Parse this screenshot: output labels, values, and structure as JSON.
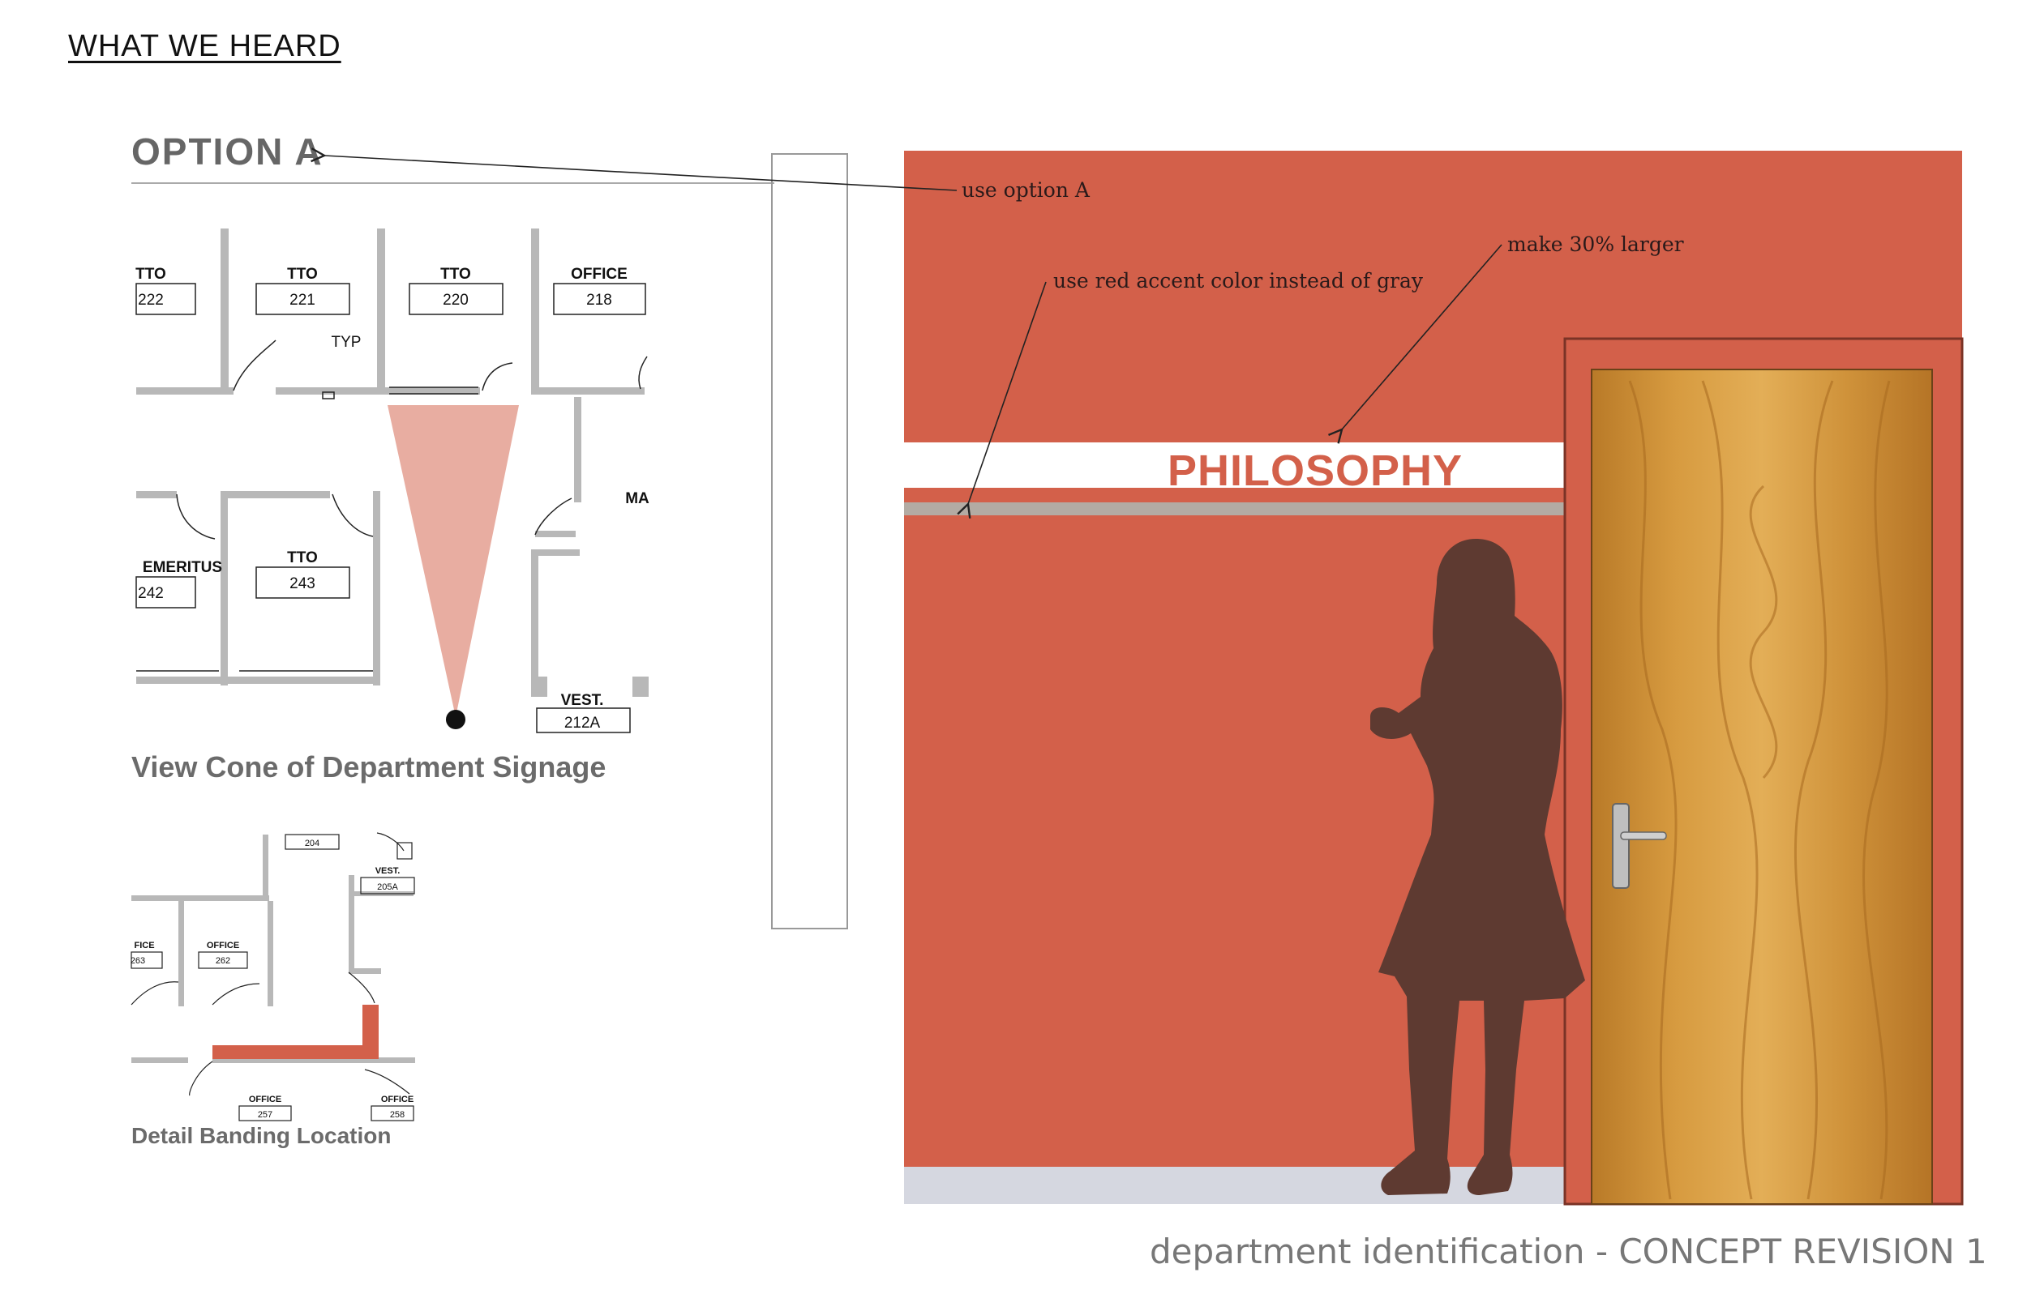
{
  "page": {
    "section_title": "WHAT WE HEARD",
    "option_title": "OPTION A",
    "view_cone_caption": "View Cone of Department Signage",
    "banding_caption": "Detail Banding Location",
    "footer": "department identification - CONCEPT REVISION 1"
  },
  "annotations": {
    "use_option": "use option A",
    "accent": "use red accent color instead of gray",
    "larger": "make 30% larger"
  },
  "elevation": {
    "sign_text": "PHILOSOPHY"
  },
  "colors": {
    "wall": "#d3604a",
    "band_white": "#ffffff",
    "band_gray": "#b3aba3",
    "floor": "#d5d7e0",
    "door": "#c0862f",
    "silhouette": "#5e3a31",
    "view_cone": "#e8ada1",
    "banding_red": "#d3604a"
  },
  "floor_plan_top": {
    "rooms": [
      {
        "name": "TTO",
        "number": "222"
      },
      {
        "name": "TTO",
        "number": "221"
      },
      {
        "name": "TTO",
        "number": "220"
      },
      {
        "name": "OFFICE",
        "number": "218"
      },
      {
        "name": "EMERITUS",
        "number": "242"
      },
      {
        "name": "TTO",
        "number": "243"
      },
      {
        "name": "VEST.",
        "number": "212A"
      }
    ],
    "typ_label": "TYP",
    "partial_label": "MA"
  },
  "floor_plan_bottom": {
    "rooms": [
      {
        "name": "",
        "number": "204"
      },
      {
        "name": "VEST.",
        "number": "205A"
      },
      {
        "name": "FICE",
        "number": "263"
      },
      {
        "name": "OFFICE",
        "number": "262"
      },
      {
        "name": "OFFICE",
        "number": "257"
      },
      {
        "name": "OFFICE",
        "number": "258"
      }
    ]
  }
}
